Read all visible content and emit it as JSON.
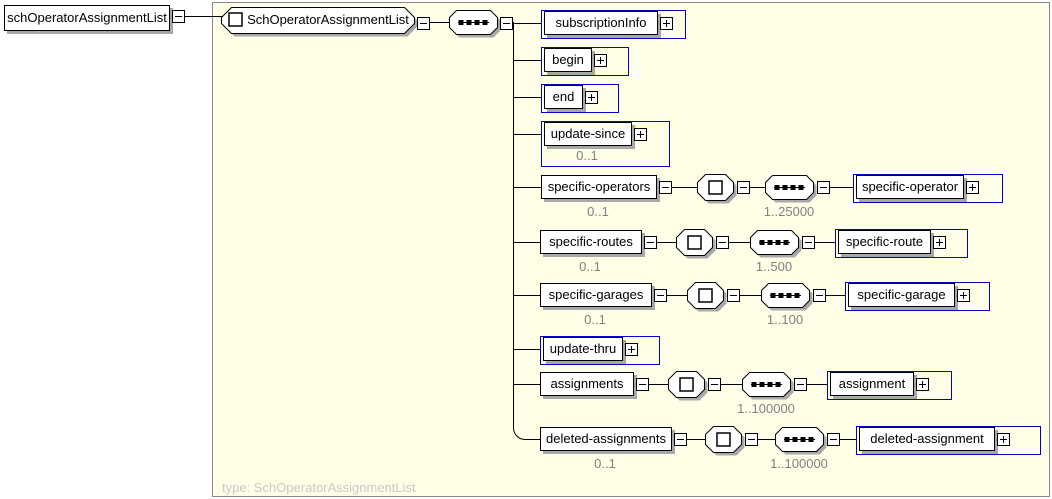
{
  "colors": {
    "container_bg": "#ffffe8",
    "container_border": "#888888",
    "blue_frame": "#0000cc",
    "shadow": "#a8a8a8",
    "cardinality_text": "#808080",
    "footer_text": "#c8c8c8"
  },
  "global_element": {
    "label": "schOperatorAssignmentList"
  },
  "root_element": {
    "label": "SchOperatorAssignmentList",
    "compositor": "sequence"
  },
  "footer": {
    "type_caption": "type: SchOperatorAssignmentList"
  },
  "children": [
    {
      "label": "subscriptionInfo"
    },
    {
      "label": "begin"
    },
    {
      "label": "end"
    },
    {
      "label": "update-since",
      "cardinality": "0..1"
    },
    {
      "label": "specific-operators",
      "cardinality": "0..1",
      "compositor": "sequence",
      "child": {
        "label": "specific-operator",
        "cardinality": "1..25000"
      }
    },
    {
      "label": "specific-routes",
      "cardinality": "0..1",
      "compositor": "sequence",
      "child": {
        "label": "specific-route",
        "cardinality": "1..500"
      }
    },
    {
      "label": "specific-garages",
      "cardinality": "0..1",
      "compositor": "sequence",
      "child": {
        "label": "specific-garage",
        "cardinality": "1..100"
      }
    },
    {
      "label": "update-thru"
    },
    {
      "label": "assignments",
      "compositor": "sequence",
      "child": {
        "label": "assignment",
        "cardinality": "1..100000"
      }
    },
    {
      "label": "deleted-assignments",
      "cardinality": "0..1",
      "compositor": "sequence",
      "child": {
        "label": "deleted-assignment",
        "cardinality": "1..100000"
      }
    }
  ]
}
